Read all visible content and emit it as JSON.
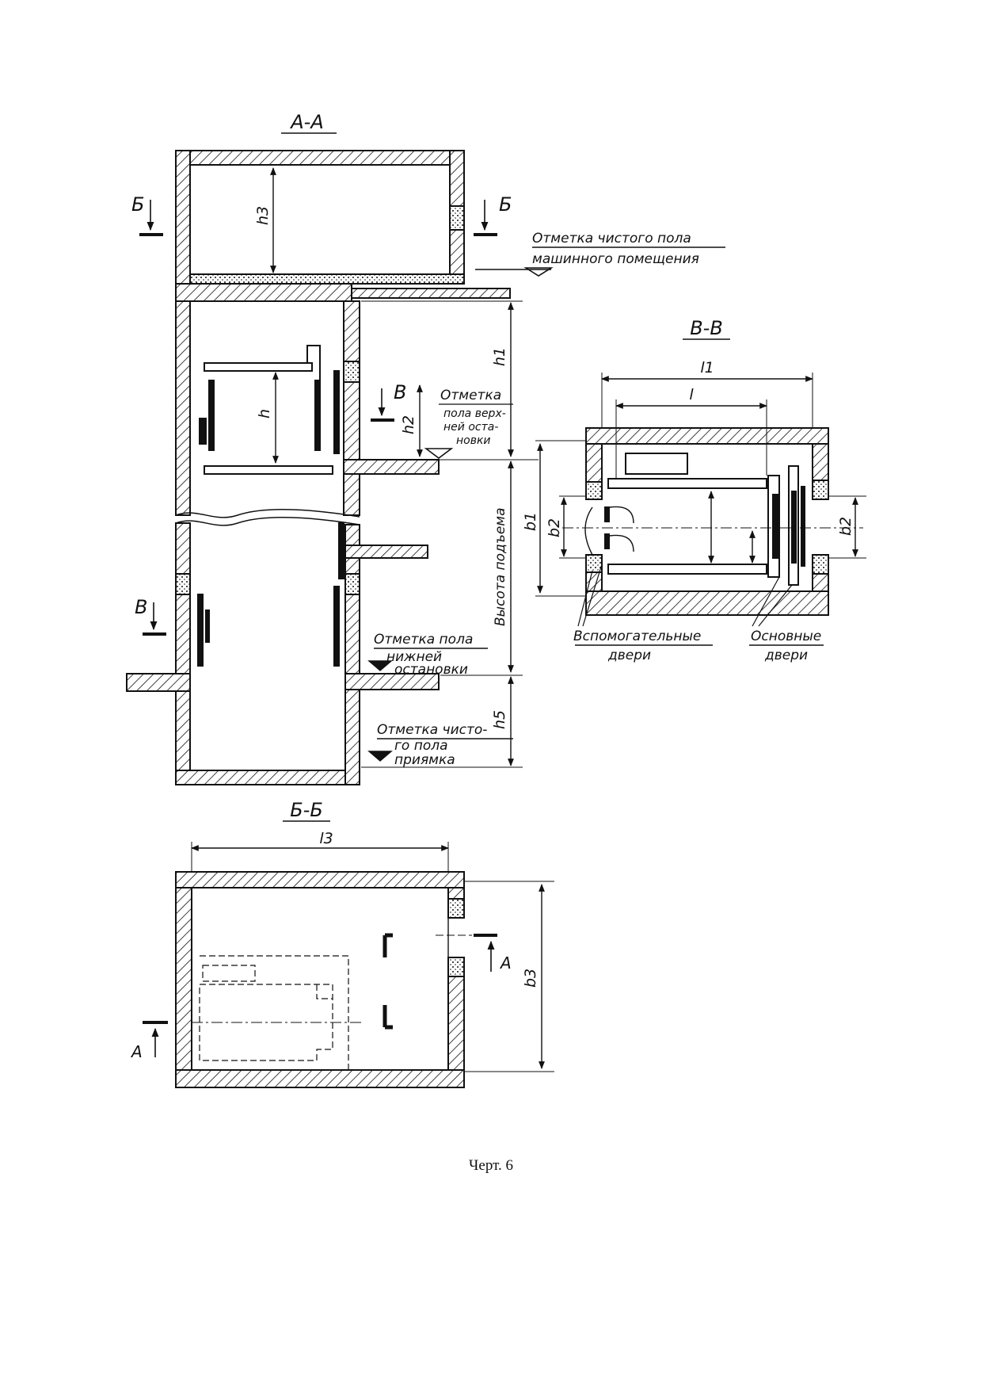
{
  "sections": {
    "aa": "А-А",
    "bb": "Б-Б",
    "vv": "В-В"
  },
  "cut_marks": {
    "b": "Б",
    "v": "В",
    "a": "А"
  },
  "notes": {
    "machine_floor_1": "Отметка чистого пола",
    "machine_floor_2": "машинного помещения",
    "top_stop_1": "Отметка",
    "top_stop_2": "пола верх-",
    "top_stop_3": "ней оста-",
    "top_stop_4": "новки",
    "bottom_stop_1": "Отметка пола",
    "bottom_stop_2": "нижней",
    "bottom_stop_3": "остановки",
    "pit_floor_1": "Отметка чисто-",
    "pit_floor_2": "го пола",
    "pit_floor_3": "приямка",
    "travel_height": "Высота подъема",
    "aux_doors_1": "Вспомогательные",
    "aux_doors_2": "двери",
    "main_doors_1": "Основные",
    "main_doors_2": "двери"
  },
  "dimensions": {
    "h3": "h3",
    "h1": "h1",
    "h": "h",
    "h2": "h2",
    "h5": "h5",
    "l1": "l1",
    "l": "l",
    "b1": "b1",
    "b2": "b2",
    "b3": "b3",
    "l3": "l3"
  },
  "caption": "Черт. 6"
}
